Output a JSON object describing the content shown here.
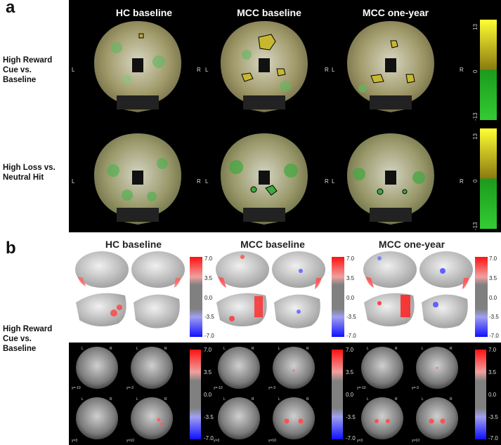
{
  "panel_a": {
    "letter": "a",
    "columns": [
      "HC baseline",
      "MCC baseline",
      "MCC one-year"
    ],
    "rows": [
      {
        "label": "High Reward\nCue vs.\nBaseline"
      },
      {
        "label": "High Loss vs.\nNeutral Hit"
      }
    ],
    "lr": [
      "L",
      "R"
    ],
    "colorbar_ticks": [
      "13",
      "0",
      "-13"
    ],
    "colors": {
      "positive": "#ffff33",
      "mid": "#6a5a00",
      "negative": "#33cc33"
    }
  },
  "panel_b": {
    "letter": "b",
    "columns": [
      "HC baseline",
      "MCC baseline",
      "MCC one-year"
    ],
    "row_label": "High Reward\nCue vs.\nBaseline",
    "lr": [
      "L",
      "R"
    ],
    "colorbar_ticks": [
      "7.0",
      "3.5",
      "0.0",
      "-3.5",
      "-7.0"
    ],
    "slice_labels": [
      "y=-10",
      "y=-3",
      "y=3",
      "y=10"
    ],
    "colors": {
      "positive": "#ff2020",
      "zero": "#808080",
      "negative": "#2030ff"
    }
  }
}
